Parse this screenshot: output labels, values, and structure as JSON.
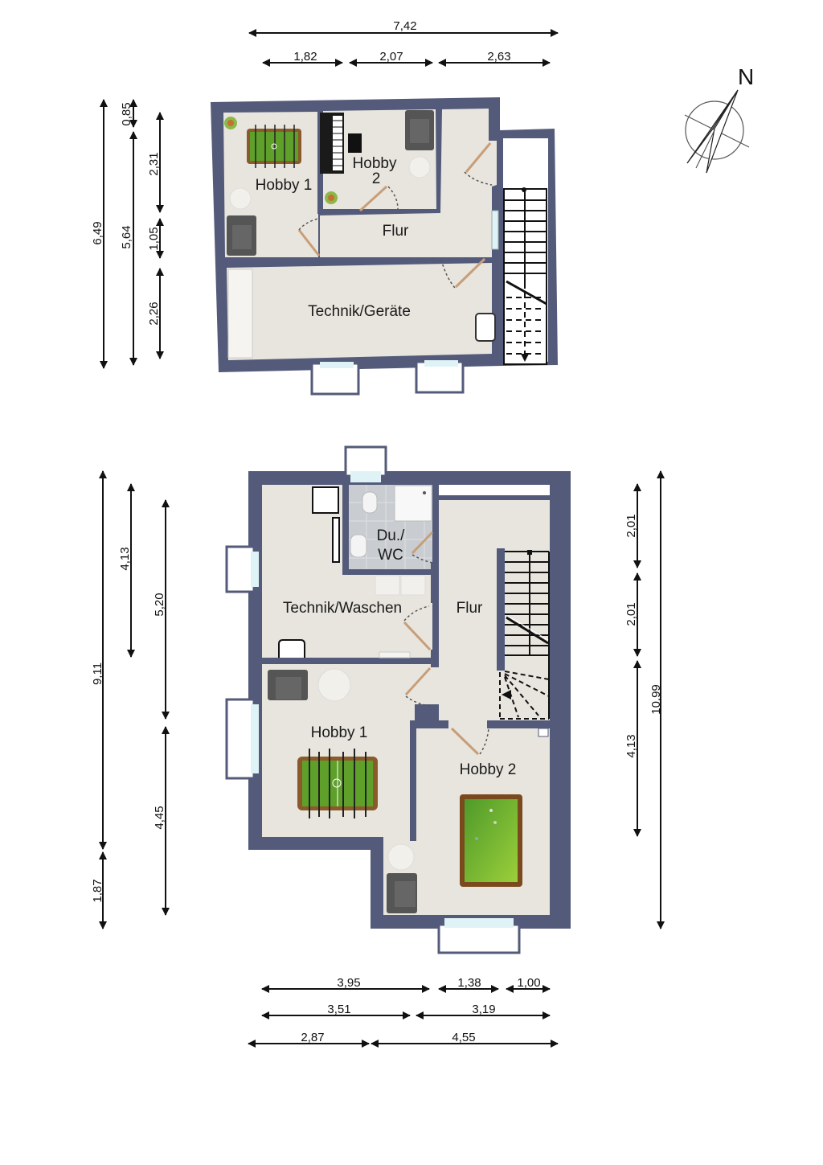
{
  "colors": {
    "wall": "#545b7a",
    "floor": "#e8e5de",
    "tile": "#c9ccd0",
    "door": "#c89e78",
    "window_glass": "#dff3f7",
    "dim_line": "#111111"
  },
  "compass": {
    "label": "N"
  },
  "upper_floor": {
    "dimensions": {
      "top_total": "7,42",
      "top_segments": [
        "1,82",
        "2,07",
        "2,63"
      ],
      "left_total": "6,49",
      "left_mid_top": "0,85",
      "left_mid": "5,64",
      "left_segments": [
        "2,31",
        "1,05",
        "2,26"
      ]
    },
    "rooms": {
      "hobby1": "Hobby 1",
      "hobby2_line1": "Hobby",
      "hobby2_line2": "2",
      "flur": "Flur",
      "technik": "Technik/Geräte"
    }
  },
  "lower_floor": {
    "dimensions": {
      "left_total": "9,11",
      "left_bottom": "1,87",
      "left_inner_top": "4,13",
      "left_outer_top": "5,20",
      "left_outer_bottom": "4,45",
      "right_total": "10,99",
      "right_segments": [
        "2,01",
        "2,01",
        "4,13"
      ],
      "bottom_row1": [
        "3,95",
        "1,38",
        "1,00"
      ],
      "bottom_row2": [
        "3,51",
        "3,19"
      ],
      "bottom_row3": [
        "2,87",
        "4,55"
      ]
    },
    "rooms": {
      "bath_line1": "Du./",
      "bath_line2": "WC",
      "technik": "Technik/Waschen",
      "flur": "Flur",
      "hobby1": "Hobby 1",
      "hobby2": "Hobby 2"
    }
  }
}
